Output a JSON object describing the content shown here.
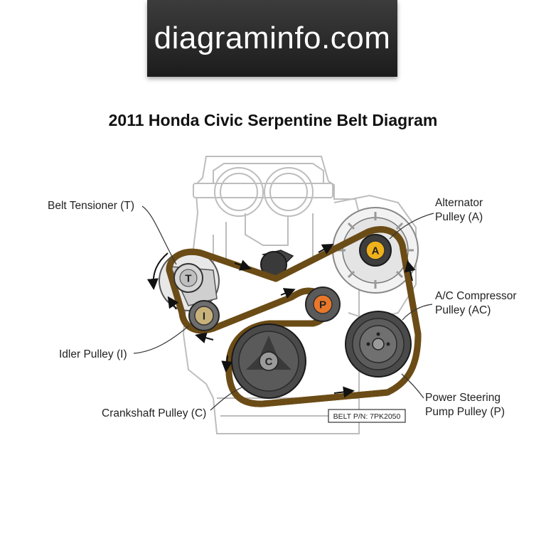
{
  "watermark": "diagraminfo.com",
  "title": "2011 Honda Civic Serpentine Belt Diagram",
  "labels": {
    "tensioner": "Belt Tensioner (T)",
    "alternator_line1": "Alternator",
    "alternator_line2": "Pulley (A)",
    "ac_line1": "A/C Compressor",
    "ac_line2": "Pulley (AC)",
    "idler": "Idler Pulley (I)",
    "crankshaft": "Crankshaft Pulley (C)",
    "ps_line1": "Power Steering",
    "ps_line2": "Pump Pulley (P)"
  },
  "pulley_letters": {
    "tensioner": "T",
    "idler": "I",
    "crankshaft": "C",
    "alternator": "A",
    "power_steering": "P"
  },
  "belt_part_number": "BELT P/N: 7PK2050",
  "colors": {
    "belt": "#e0a83a",
    "belt_edge": "#6b4c16",
    "alternator_hub": "#f0b21a",
    "ps_hub": "#e8772a",
    "idler_hub": "#c9b27a",
    "engine_outline": "#b8b8b8"
  }
}
